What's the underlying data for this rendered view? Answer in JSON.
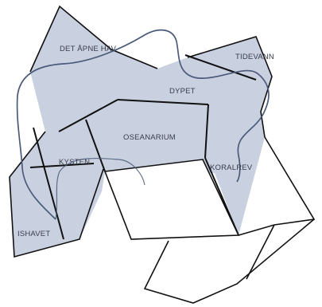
{
  "map": {
    "fill_color": "#c9d0e0",
    "wall_color": "#111111",
    "route_color": "#4a5a7a",
    "regions": {
      "det_apne_hav": "DET ÅPNE HAV",
      "tidevann": "TIDEVANN",
      "dypet": "DYPET",
      "oseanarium": "OSEANARIUM",
      "kysten": "KYSTEN",
      "koralrev": "KORALREV",
      "ishavet": "ISHAVET"
    }
  }
}
